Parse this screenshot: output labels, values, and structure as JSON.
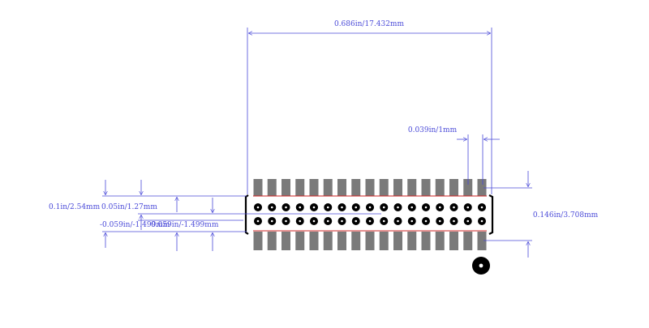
{
  "dimensions": {
    "width_label": "0.686in/17.432mm",
    "pitch_label": "0.039in/1mm",
    "height_label": "0.146in/3.708mm",
    "row_pitch_label": "0.1in/2.54mm",
    "half_pitch_label": "0.05in/1.27mm",
    "offset_left_label": "-0.059in/-1.499mm",
    "offset_right_label": "0.059in/-1.499mm"
  },
  "pad_count_per_row": 17,
  "hole_count_per_row": 17,
  "colors": {
    "dimension_line": "#4a4ad8",
    "pad_fill": "#7a7a7a",
    "hole_fill": "#000000",
    "outline": "#000000",
    "keepout": "#cc2222"
  }
}
